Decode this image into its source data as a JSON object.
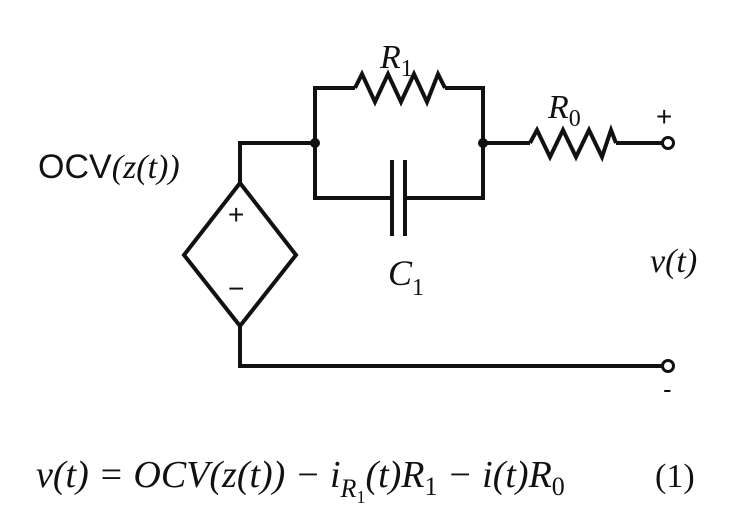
{
  "labels": {
    "r1": "R",
    "r1_sub": "1",
    "r0": "R",
    "r0_sub": "0",
    "c1": "C",
    "c1_sub": "1",
    "ocv_prefix": "OCV",
    "ocv_arg": "(z(t))",
    "vt": "v(t)",
    "plus_terminal": "+",
    "minus_terminal": "-",
    "source_plus": "+",
    "source_minus": "−"
  },
  "equation": {
    "lhs": "v(t) = OCV(z(t)) − i",
    "sub": "R",
    "subsub": "1",
    "mid": "(t)R",
    "mid_sub": "1",
    "rest": " − i(t)R",
    "rest_sub": "0",
    "number": "(1)"
  }
}
